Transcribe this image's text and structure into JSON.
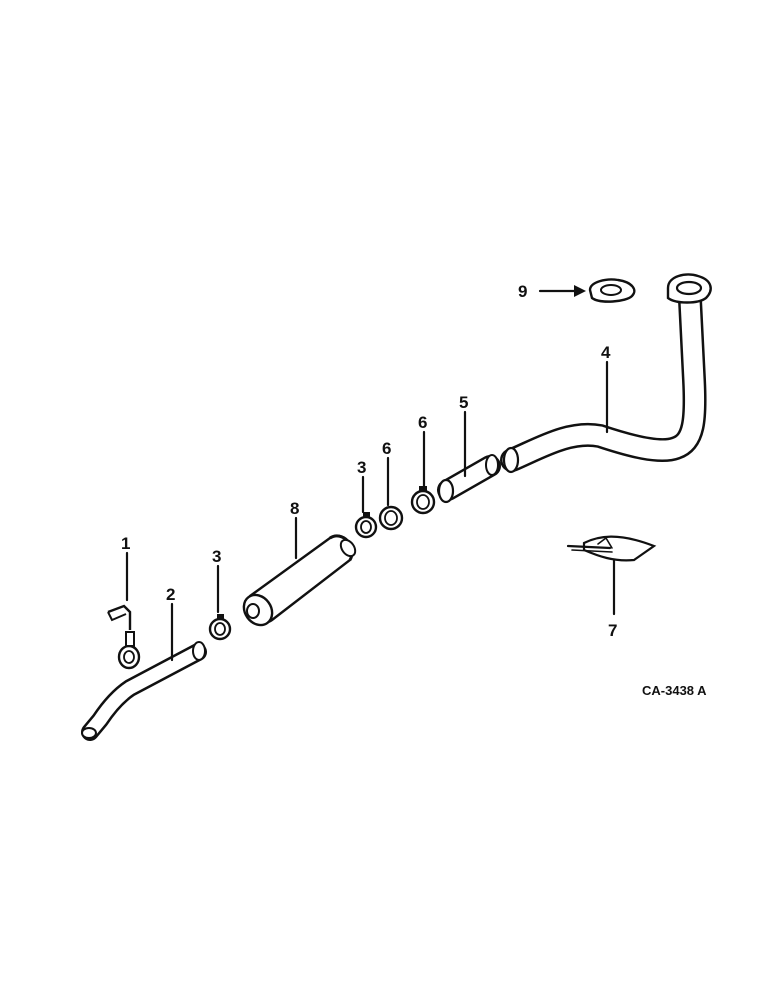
{
  "figure_id": "CA-3438 A",
  "callouts": {
    "c1": "1",
    "c2": "2",
    "c3a": "3",
    "c3b": "3",
    "c4": "4",
    "c5": "5",
    "c6a": "6",
    "c6b": "6",
    "c7": "7",
    "c8": "8",
    "c9": "9"
  }
}
